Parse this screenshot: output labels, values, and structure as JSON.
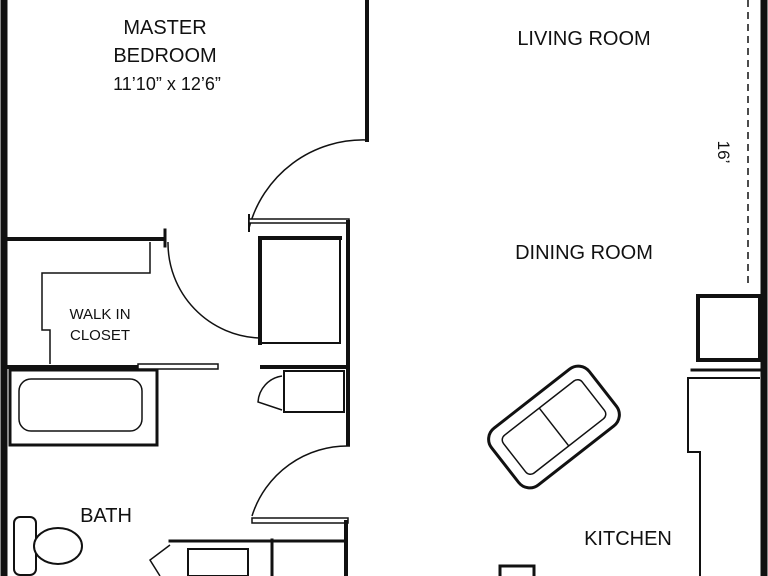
{
  "rooms": {
    "master_bedroom": {
      "line1": "MASTER",
      "line2": "BEDROOM",
      "dimensions": "11’10” x 12’6”"
    },
    "living_room": {
      "label": "LIVING ROOM"
    },
    "dining_room": {
      "label": "DINING ROOM"
    },
    "walk_in_closet": {
      "line1": "WALK IN",
      "line2": "CLOSET"
    },
    "bath": {
      "label": "BATH"
    },
    "kitchen": {
      "label": "KITCHEN"
    }
  },
  "dimension_labels": {
    "living_room_length": "16’"
  },
  "colors": {
    "line": "#111111",
    "background": "#ffffff"
  }
}
